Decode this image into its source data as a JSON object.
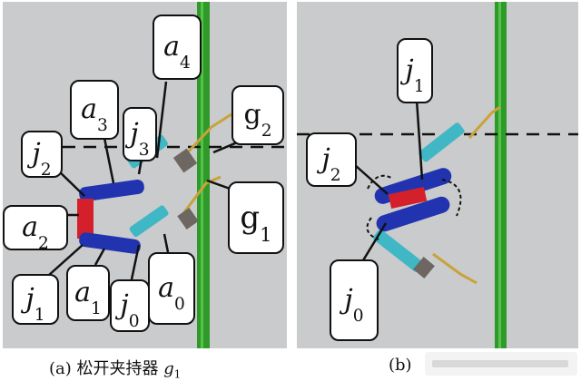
{
  "panel_a": {
    "caption_prefix": "(a)",
    "caption_text": "松开夹持器",
    "caption_var": "g",
    "caption_sub": "1",
    "labels": {
      "a4": {
        "base": "a",
        "sub": "4"
      },
      "a3": {
        "base": "a",
        "sub": "3"
      },
      "j3": {
        "base": "j",
        "sub": "3"
      },
      "j2": {
        "base": "j",
        "sub": "2"
      },
      "g2": {
        "base": "g",
        "sub": "2"
      },
      "g1": {
        "base": "g",
        "sub": "1"
      },
      "a2": {
        "base": "a",
        "sub": "2"
      },
      "j1": {
        "base": "j",
        "sub": "1"
      },
      "a1": {
        "base": "a",
        "sub": "1"
      },
      "j0": {
        "base": "j",
        "sub": "0"
      },
      "a0": {
        "base": "a",
        "sub": "0"
      }
    }
  },
  "panel_b": {
    "caption_prefix": "(b)",
    "labels": {
      "j1": {
        "base": "j",
        "sub": "1"
      },
      "j2": {
        "base": "j",
        "sub": "2"
      },
      "j0": {
        "base": "j",
        "sub": "0"
      }
    }
  },
  "colors": {
    "background": "#c9cbcc",
    "rail": "#2f9a2a",
    "link_blue": "#2233b0",
    "link_red": "#d4202a",
    "arm_cyan": "#3fb7c4",
    "gripper": "#6e6660"
  }
}
